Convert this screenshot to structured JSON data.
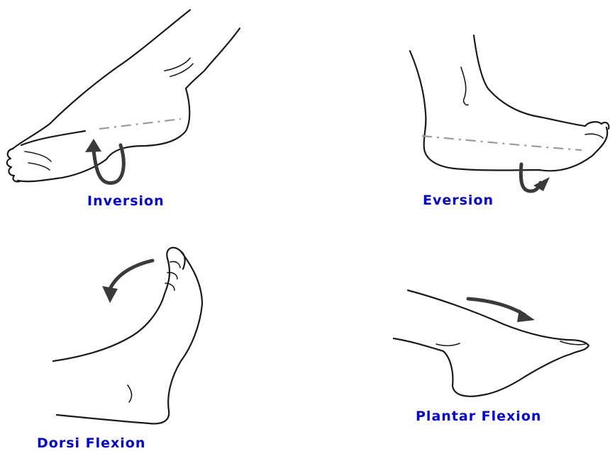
{
  "panels": [
    {
      "id": "inversion",
      "label": "Inversion"
    },
    {
      "id": "eversion",
      "label": "Eversion"
    },
    {
      "id": "dorsi",
      "label": "Dorsi Flexion"
    },
    {
      "id": "plantar",
      "label": "Plantar Flexion"
    }
  ]
}
